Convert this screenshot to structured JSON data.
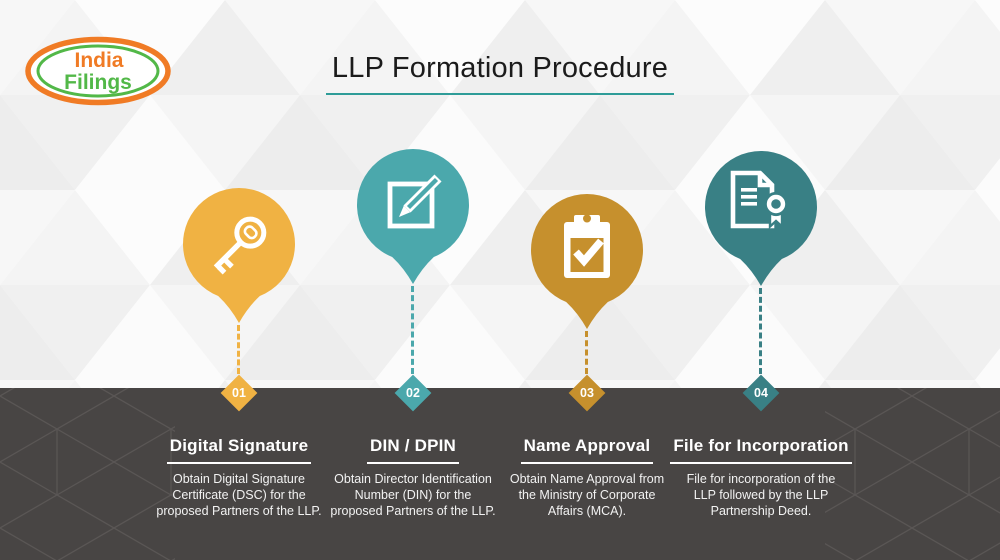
{
  "brand": {
    "line1": "India",
    "line2": "Filings",
    "orange": "#F07B25",
    "green": "#52B848"
  },
  "title": {
    "text": "LLP Formation Procedure",
    "underline_color": "#2E9C98"
  },
  "steps": [
    {
      "number": "01",
      "title": "Digital Signature",
      "description": "Obtain Digital Signature\nCertificate (DSC) for the\nproposed Partners of the LLP.",
      "color": "#F0B243",
      "icon": "key-icon"
    },
    {
      "number": "02",
      "title": "DIN / DPIN",
      "description": "Obtain Director Identification\nNumber (DIN) for the\nproposed Partners of the LLP.",
      "color": "#4BA8AC",
      "icon": "edit-icon"
    },
    {
      "number": "03",
      "title": "Name Approval",
      "description": "Obtain Name Approval from\nthe Ministry of Corporate\nAffairs (MCA).",
      "color": "#C6902D",
      "icon": "clipboard-check-icon"
    },
    {
      "number": "04",
      "title": "File for Incorporation",
      "description": "File for incorporation of the\nLLP followed by the LLP\nPartnership Deed.",
      "color": "#398085",
      "icon": "certificate-icon"
    }
  ],
  "footer": {
    "band_color": "#484544",
    "mesh_line_color": "#6B6866"
  }
}
